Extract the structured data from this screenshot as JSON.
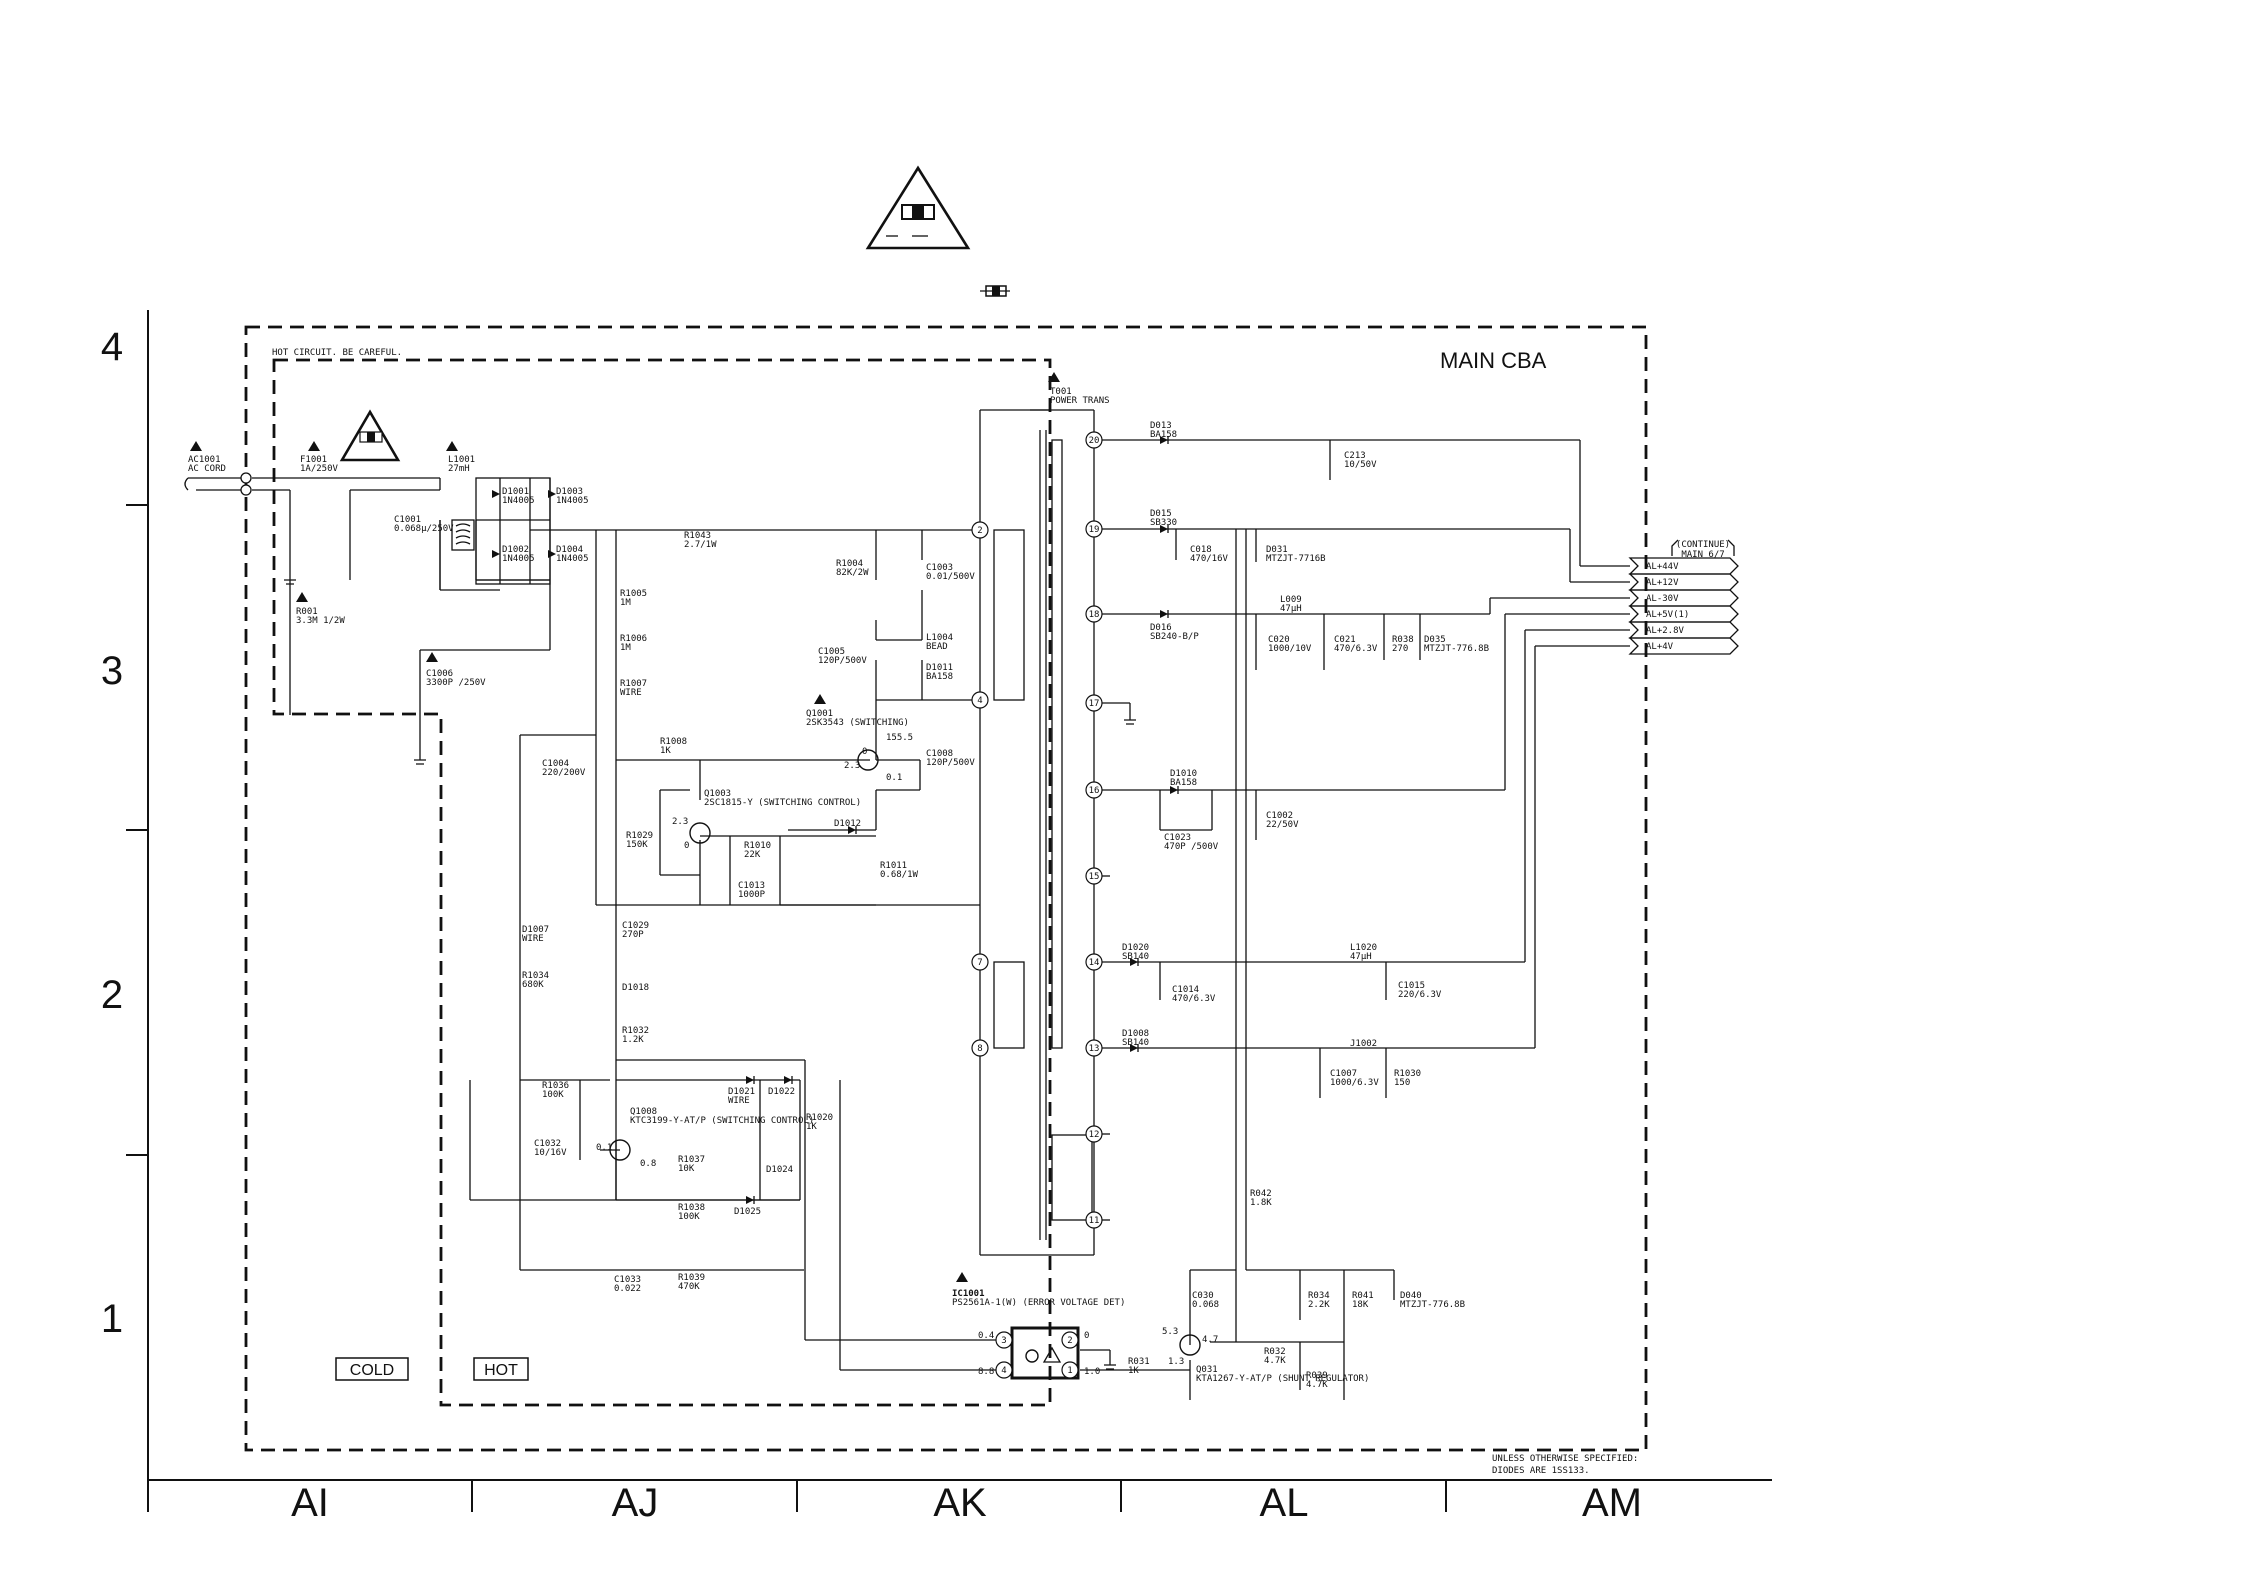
{
  "board": {
    "title": "MAIN CBA",
    "warning": "HOT CIRCUIT. BE CAREFUL.",
    "cold_label": "COLD",
    "hot_label": "HOT"
  },
  "grid": {
    "rows": [
      "4",
      "3",
      "2",
      "1"
    ],
    "columns": [
      "AI",
      "AJ",
      "AK",
      "AL",
      "AM"
    ]
  },
  "notes": {
    "footer_line1": "UNLESS OTHERWISE SPECIFIED:",
    "footer_line2": "DIODES ARE 1SS133."
  },
  "continue_label": [
    "(CONTINUE)",
    "MAIN 6/7"
  ],
  "connector_outputs": [
    "AL+44V",
    "AL+12V",
    "AL-30V",
    "AL+5V(1)",
    "AL+2.8V",
    "AL+4V"
  ],
  "transformer_pins": [
    "2",
    "4",
    "7",
    "8",
    "20",
    "19",
    "18",
    "17",
    "16",
    "15",
    "14",
    "13",
    "12",
    "11"
  ],
  "optocoupler_pins": [
    "3",
    "4",
    "2",
    "1"
  ],
  "components": [
    {
      "ref": "AC1001",
      "value": "AC CORD"
    },
    {
      "ref": "F1001",
      "value": "1A/250V"
    },
    {
      "ref": "L1001",
      "value": "27mH"
    },
    {
      "ref": "C1001",
      "value": "0.068μ/250V"
    },
    {
      "ref": "R001",
      "value": "3.3M 1/2W"
    },
    {
      "ref": "D1001",
      "value": "1N4005"
    },
    {
      "ref": "D1002",
      "value": "1N4005"
    },
    {
      "ref": "D1003",
      "value": "1N4005"
    },
    {
      "ref": "D1004",
      "value": "1N4005"
    },
    {
      "ref": "C1006",
      "value": "3300P /250V"
    },
    {
      "ref": "R1043",
      "value": "2.7/1W"
    },
    {
      "ref": "R1004",
      "value": "82K/2W"
    },
    {
      "ref": "C1003",
      "value": "0.01/500V"
    },
    {
      "ref": "C1005",
      "value": "120P/500V"
    },
    {
      "ref": "L1004",
      "value": "BEAD"
    },
    {
      "ref": "D1011",
      "value": "BA158"
    },
    {
      "ref": "R1005",
      "value": "1M"
    },
    {
      "ref": "R1006",
      "value": "1M"
    },
    {
      "ref": "R1007",
      "value": "WIRE"
    },
    {
      "ref": "R1008",
      "value": "1K"
    },
    {
      "ref": "Q1001",
      "value": "2SK3543 (SWITCHING)"
    },
    {
      "ref": "C1008",
      "value": "120P/500V"
    },
    {
      "ref": "C1004",
      "value": "220/200V"
    },
    {
      "ref": "Q1003",
      "value": "2SC1815-Y (SWITCHING CONTROL)"
    },
    {
      "ref": "R1029",
      "value": "150K"
    },
    {
      "ref": "R1010",
      "value": "22K"
    },
    {
      "ref": "D1012",
      "value": ""
    },
    {
      "ref": "C1013",
      "value": "1000P"
    },
    {
      "ref": "R1011",
      "value": "0.68/1W"
    },
    {
      "ref": "D1007",
      "value": "WIRE"
    },
    {
      "ref": "C1029",
      "value": "270P"
    },
    {
      "ref": "R1034",
      "value": "680K"
    },
    {
      "ref": "D1018",
      "value": ""
    },
    {
      "ref": "R1032",
      "value": "1.2K"
    },
    {
      "ref": "R1036",
      "value": "100K"
    },
    {
      "ref": "D1021",
      "value": "WIRE"
    },
    {
      "ref": "D1022",
      "value": ""
    },
    {
      "ref": "Q1008",
      "value": "KTC3199-Y-AT/P (SWITCHING CONTROL)"
    },
    {
      "ref": "R1020",
      "value": "1K"
    },
    {
      "ref": "C1032",
      "value": "10/16V"
    },
    {
      "ref": "R1037",
      "value": "10K"
    },
    {
      "ref": "D1024",
      "value": ""
    },
    {
      "ref": "R1038",
      "value": "100K"
    },
    {
      "ref": "D1025",
      "value": ""
    },
    {
      "ref": "C1033",
      "value": "0.022"
    },
    {
      "ref": "R1039",
      "value": "470K"
    },
    {
      "ref": "T001",
      "value": "POWER TRANS"
    },
    {
      "ref": "D013",
      "value": "BA158"
    },
    {
      "ref": "C213",
      "value": "10/50V"
    },
    {
      "ref": "D015",
      "value": "SB330"
    },
    {
      "ref": "C018",
      "value": "470/16V"
    },
    {
      "ref": "D031",
      "value": "MTZJT-7716B"
    },
    {
      "ref": "L009",
      "value": "47μH"
    },
    {
      "ref": "D016",
      "value": "SB240-B/P"
    },
    {
      "ref": "C020",
      "value": "1000/10V"
    },
    {
      "ref": "C021",
      "value": "470/6.3V"
    },
    {
      "ref": "R038",
      "value": "270"
    },
    {
      "ref": "D035",
      "value": "MTZJT-776.8B"
    },
    {
      "ref": "D1010",
      "value": "BA158"
    },
    {
      "ref": "C1002",
      "value": "22/50V"
    },
    {
      "ref": "C1023",
      "value": "470P /500V"
    },
    {
      "ref": "D1020",
      "value": "SB140"
    },
    {
      "ref": "L1020",
      "value": "47μH"
    },
    {
      "ref": "C1014",
      "value": "470/6.3V"
    },
    {
      "ref": "C1015",
      "value": "220/6.3V"
    },
    {
      "ref": "D1008",
      "value": "SB140"
    },
    {
      "ref": "J1002",
      "value": ""
    },
    {
      "ref": "C1007",
      "value": "1000/6.3V"
    },
    {
      "ref": "R1030",
      "value": "150"
    },
    {
      "ref": "R042",
      "value": "1.8K"
    },
    {
      "ref": "IC1001",
      "value": "PS2561A-1(W) (ERROR VOLTAGE DET)"
    },
    {
      "ref": "C030",
      "value": "0.068"
    },
    {
      "ref": "R034",
      "value": "2.2K"
    },
    {
      "ref": "R041",
      "value": "18K"
    },
    {
      "ref": "D040",
      "value": "MTZJT-776.8B"
    },
    {
      "ref": "R031",
      "value": "1K"
    },
    {
      "ref": "Q031",
      "value": "KTA1267-Y-AT/P (SHUNT REGULATOR)"
    },
    {
      "ref": "R032",
      "value": "4.7K"
    },
    {
      "ref": "R039",
      "value": "4.7K"
    }
  ],
  "voltages": [
    "155.5",
    "0",
    "2.3",
    "0.1",
    "2.3",
    "0",
    "0.1",
    "0.8",
    "0.4",
    "8.8",
    "0",
    "1.0",
    "5.3",
    "4.7",
    "1.3"
  ]
}
